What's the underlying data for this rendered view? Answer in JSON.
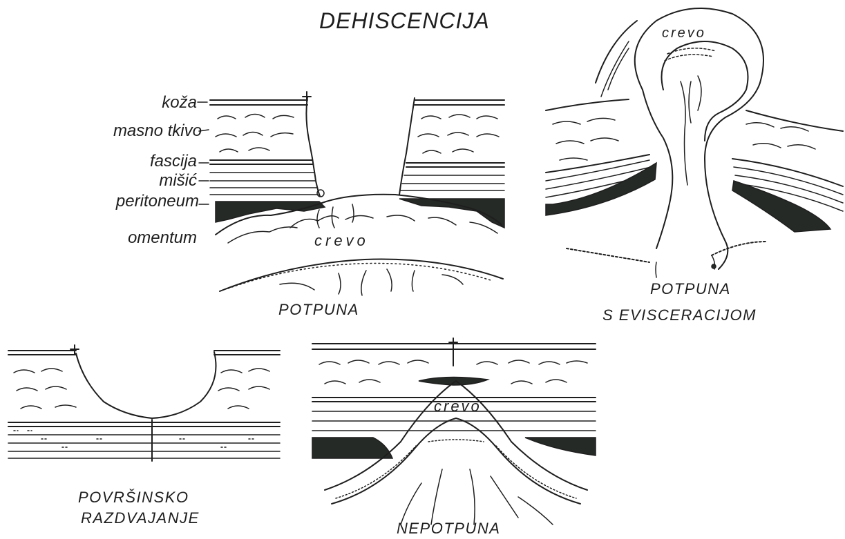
{
  "title": "DEHISCENCIJA",
  "layers": {
    "skin": "koža",
    "fat": "masno tkivo",
    "fascia": "fascija",
    "muscle": "mišić",
    "peritoneum": "peritoneum",
    "omentum": "omentum"
  },
  "bowel_label": "crevo",
  "panels": {
    "complete": {
      "caption": "POTPUNA"
    },
    "evisceration": {
      "caption_line1": "POTPUNA",
      "caption_line2": "S EVISCERACIJOM"
    },
    "superficial": {
      "caption_line1": "POVRŠINSKO",
      "caption_line2": "RAZDVAJANJE"
    },
    "incomplete": {
      "caption": "NEPOTPUNA"
    }
  }
}
